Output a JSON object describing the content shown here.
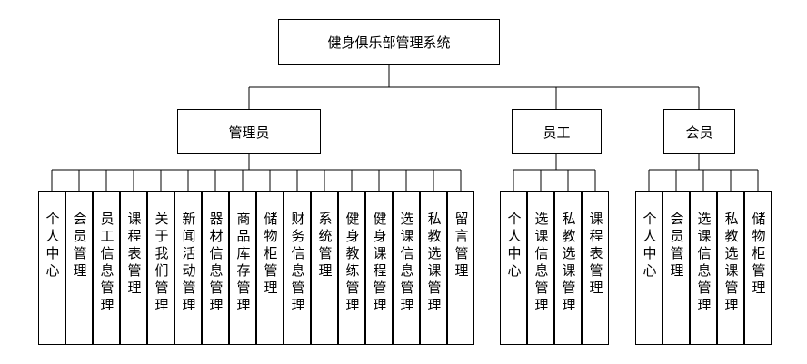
{
  "root": "健身俱乐部管理系统",
  "groups": [
    {
      "label": "管理员",
      "children": [
        "个人中心",
        "会员管理",
        "员工信息管理",
        "课程表管理",
        "关于我们管理",
        "新闻活动管理",
        "器材信息管理",
        "商品库存管理",
        "储物柜管理",
        "财务信息管理",
        "系统管理",
        "健身教练管理",
        "健身课程管理",
        "选课信息管理",
        "私教选课管理",
        "留言管理"
      ]
    },
    {
      "label": "员工",
      "children": [
        "个人中心",
        "选课信息管理",
        "私教选课管理",
        "课程表管理"
      ]
    },
    {
      "label": "会员",
      "children": [
        "个人中心",
        "会员管理",
        "选课信息管理",
        "私教选课管理",
        "储物柜管理"
      ]
    }
  ]
}
